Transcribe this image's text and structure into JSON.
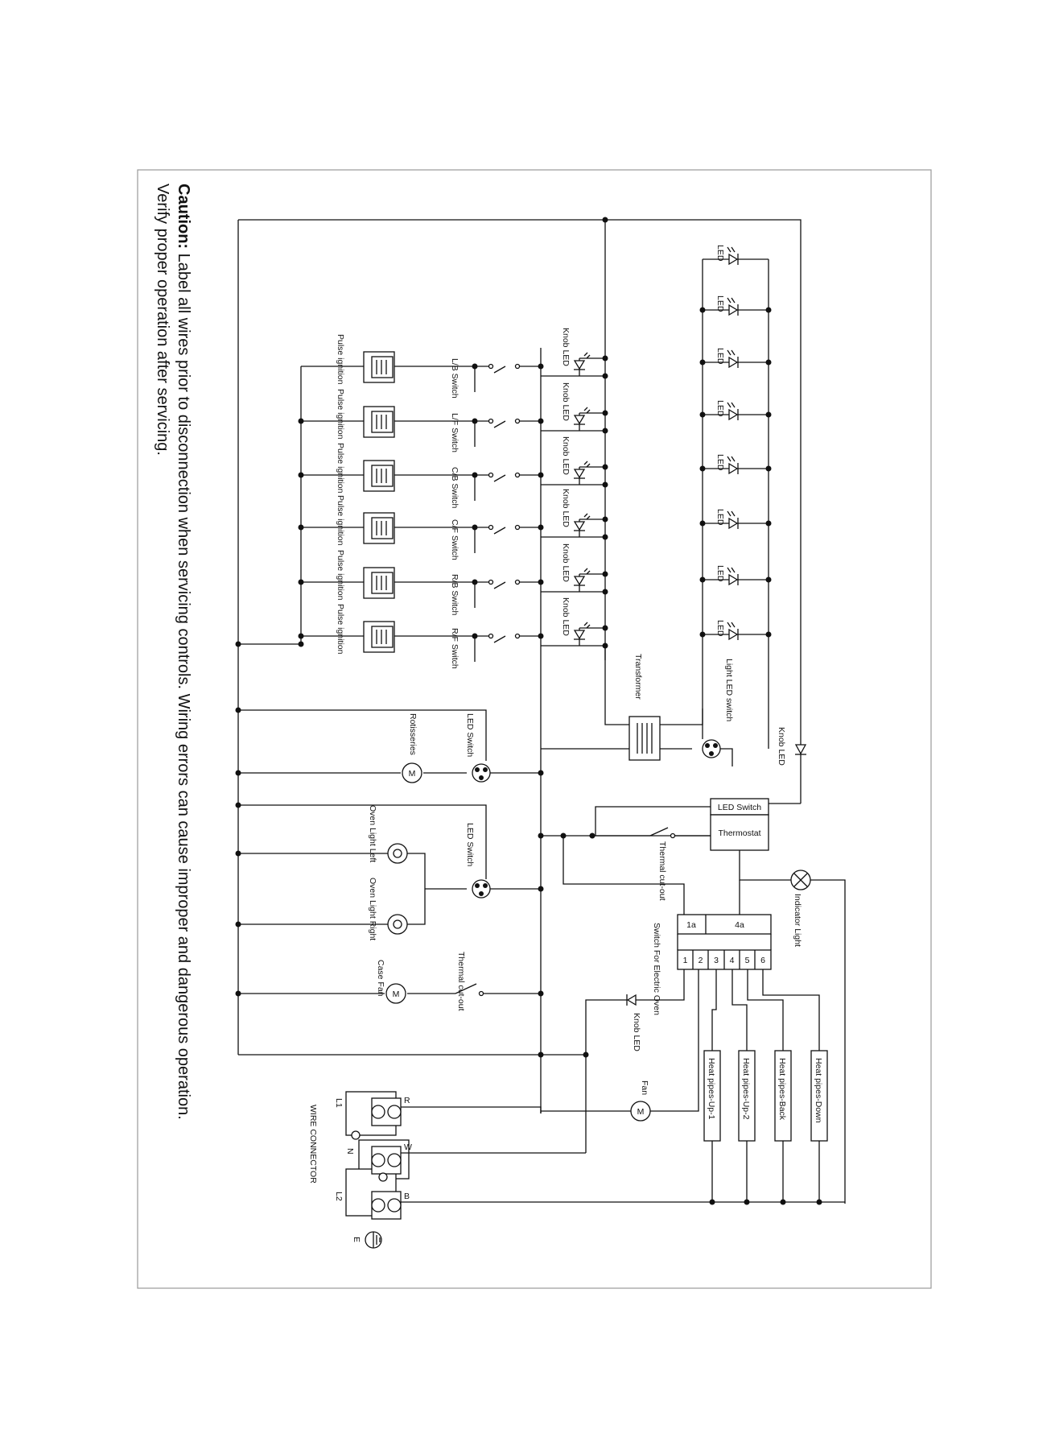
{
  "caution": {
    "heading": "Caution:",
    "line1": "Label all wires prior to disconnection when servicing controls. Wiring errors can cause improper and dangerous operation.",
    "line2": "Verify proper operation after servicing."
  },
  "labels": {
    "led": "LED",
    "knob_led": "Knob LED",
    "pulse_ignition": "Pulse ignition",
    "light_led_switch": "Light LED switch",
    "transformer": "Transformer",
    "led_switch": "LED Switch",
    "thermostat": "Thermostat",
    "thermal_cutout": "Thermal cut-out",
    "indicator_light": "Indicator Light",
    "switch_for_electric_oven": "Switch For Electric Oven",
    "rotisseries": "Rotisseries",
    "oven_light_left": "Oven Light Left",
    "oven_light_right": "Oven Light Right",
    "case_fan": "Case Fan",
    "fan": "Fan",
    "motor": "M",
    "wire_connector": "WIRE CONNECTOR",
    "earth": "E"
  },
  "burner_switches": [
    "L/B Switch",
    "L/F Switch",
    "C/B Switch",
    "C/F Switch",
    "R/B Switch",
    "R/F Switch"
  ],
  "oven_switch": {
    "top_cells": [
      "1a",
      "4a"
    ],
    "terminals": [
      "1",
      "2",
      "3",
      "4",
      "5",
      "6"
    ]
  },
  "heat_pipes": [
    "Heat pipes-Down",
    "Heat pipes-Back",
    "Heat pipes-Up-2",
    "Heat pipes-Up-1"
  ],
  "connector": {
    "wires": [
      "R",
      "W",
      "B"
    ],
    "terminals": [
      "L1",
      "N",
      "L2"
    ]
  }
}
